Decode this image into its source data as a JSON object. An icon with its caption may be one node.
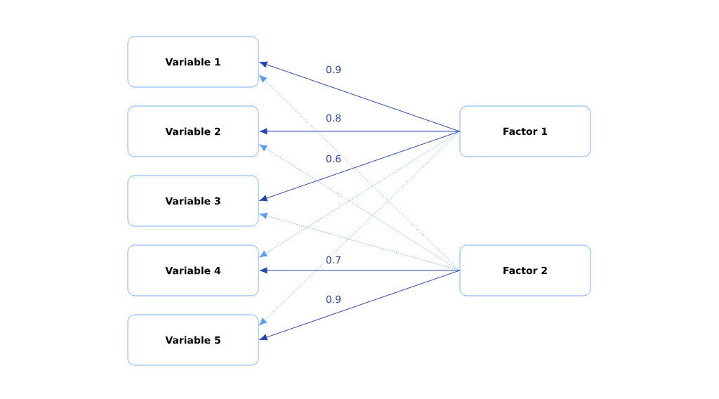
{
  "diagram": {
    "nodes": [
      {
        "text": [
          "Variable 1"
        ]
      },
      {
        "text": [
          "Variable 2"
        ]
      },
      {
        "text": [
          "Variable 3"
        ]
      },
      {
        "text": [
          "Variable 4"
        ]
      },
      {
        "text": [
          "Variable 5"
        ]
      },
      {
        "text": [
          "Factor 1"
        ]
      },
      {
        "text": [
          "Factor 2"
        ]
      }
    ],
    "edges": [
      {
        "from": 5,
        "to": 0,
        "arrow": "to",
        "label": "0.9"
      },
      {
        "from": 5,
        "to": 1,
        "arrow": "to",
        "label": "0.8"
      },
      {
        "from": 5,
        "to": 2,
        "arrow": "to",
        "label": "0.6"
      },
      {
        "from": 5,
        "to": 3,
        "arrow": "to",
        "style": "dashed",
        "color": "#5b9cf6"
      },
      {
        "from": 5,
        "to": 4,
        "arrow": "to",
        "style": "dashed",
        "color": "#5b9cf6"
      },
      {
        "from": 6,
        "to": 0,
        "arrow": "to",
        "style": "dashed",
        "color": "#5b9cf6"
      },
      {
        "from": 6,
        "to": 1,
        "arrow": "to",
        "style": "dashed",
        "color": "#5b9cf6"
      },
      {
        "from": 6,
        "to": 2,
        "arrow": "to",
        "style": "dashed",
        "color": "#5b9cf6"
      },
      {
        "from": 6,
        "to": 3,
        "arrow": "to",
        "label": "0.7"
      },
      {
        "from": 6,
        "to": 4,
        "arrow": "to",
        "label": "0.9"
      }
    ]
  }
}
